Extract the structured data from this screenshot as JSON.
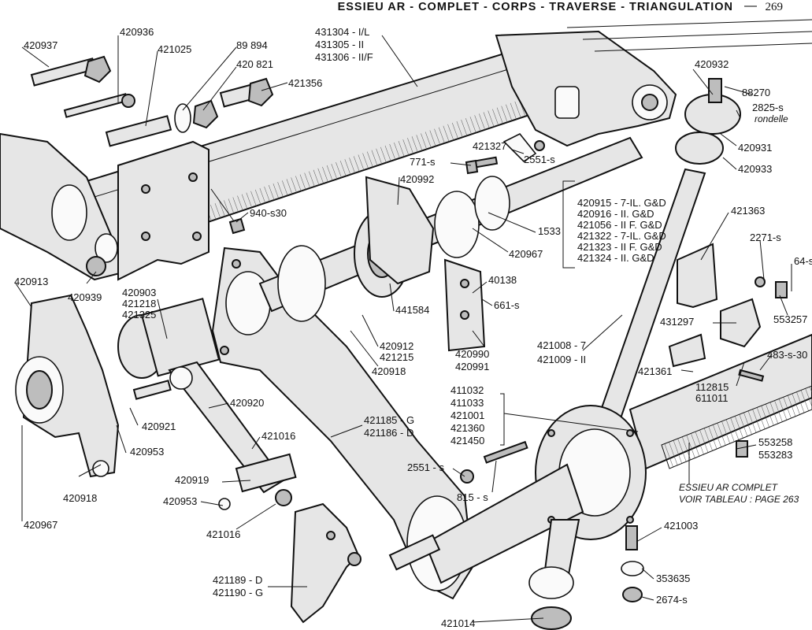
{
  "header": {
    "title": "ESSIEU AR - COMPLET - CORPS - TRAVERSE - TRIANGULATION",
    "dash": "—",
    "page_number": "269"
  },
  "labels": {
    "l420937": "420937",
    "l420936": "420936",
    "l421025": "421025",
    "l89894": "89 894",
    "l420821": "420 821",
    "l421356": "421356",
    "l431304": "431304 - I/L",
    "l431305": "431305 - II",
    "l431306": "431306 - II/F",
    "l420932": "420932",
    "l88270": "88270",
    "l2825": "2825-s",
    "l2825b": "rondelle",
    "l420931": "420931",
    "l420933": "420933",
    "l421327": "421327",
    "l771": "771-s",
    "l2551a": "2551-s",
    "l420992": "420992",
    "l420915": "420915 - 7-IL. G&D",
    "l420916": "420916 - II. G&D",
    "l421056": "421056 - II F. G&D",
    "l421322": "421322 - 7-IL. G&D",
    "l421323": "421323 - II F. G&D",
    "l421324": "421324 - II. G&D",
    "l1533": "1533",
    "l420967a": "420967",
    "l421363": "421363",
    "l2271": "2271-s",
    "l64": "64-s",
    "l553257": "553257",
    "l940": "940-s30",
    "l420939": "420939",
    "l420913": "420913",
    "l420903": "420903",
    "l421218": "421218",
    "l421325": "421325",
    "l441584": "441584",
    "l40138": "40138",
    "l661": "661-s",
    "l431297": "431297",
    "l420912": "420912",
    "l421215": "421215",
    "l420918a": "420918",
    "l420990": "420990",
    "l420991": "420991",
    "l421008": "421008 - 7",
    "l421009": "421009 - II",
    "l421361": "421361",
    "l483": "483-s-30",
    "l112815": "112815",
    "l611011": "611011",
    "l411032": "411032",
    "l411033": "411033",
    "l421001": "421001",
    "l421360": "421360",
    "l421450": "421450",
    "l420920": "420920",
    "l421016a": "421016",
    "l420921": "420921",
    "l420953a": "420953",
    "l421185": "421185 - G",
    "l421186": "421186 - D",
    "l553258": "553258",
    "l553283": "553283",
    "l2551b": "2551 - s",
    "l815": "815 - s",
    "l420919": "420919",
    "l420953b": "420953",
    "l420918b": "420918",
    "l420967b": "420967",
    "l421016b": "421016",
    "l essieu1": "ESSIEU AR COMPLET",
    "l essieu2": "VOIR TABLEAU : PAGE 263",
    "l421003": "421003",
    "l353635": "353635",
    "l2674": "2674-s",
    "l421189": "421189 - D",
    "l421190": "421190 - G",
    "l421014": "421014"
  }
}
